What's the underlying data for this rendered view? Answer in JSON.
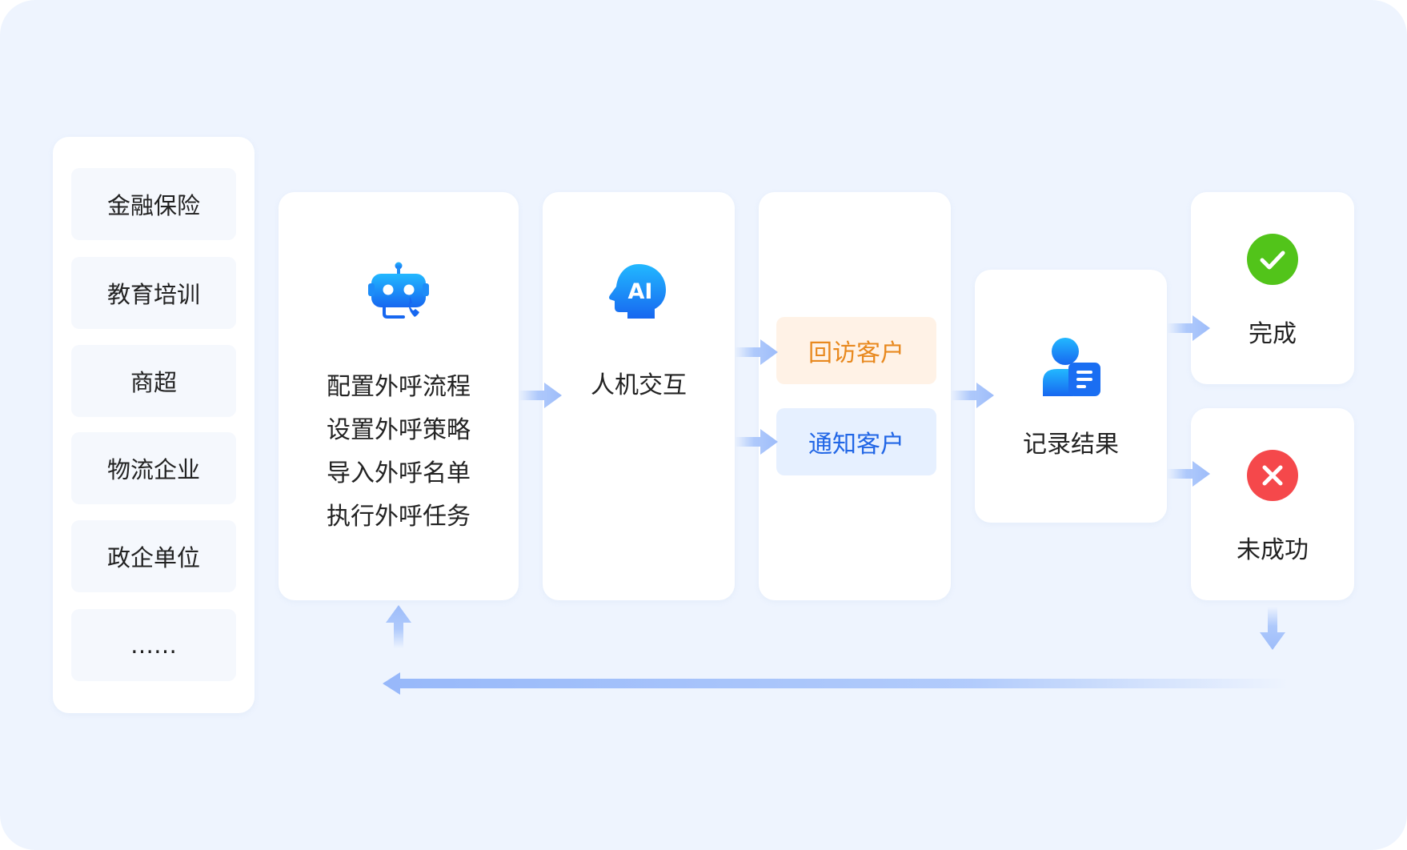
{
  "industries": [
    "金融保险",
    "教育培训",
    "商超",
    "物流企业",
    "政企单位",
    "……"
  ],
  "steps": {
    "config": {
      "icon": "robot-phone-icon",
      "lines": [
        "配置外呼流程",
        "设置外呼策略",
        "导入外呼名单",
        "执行外呼任务"
      ]
    },
    "interaction": {
      "icon": "ai-head-icon",
      "label": "人机交互"
    },
    "notify": {
      "revisit": "回访客户",
      "notify": "通知客户"
    },
    "record": {
      "icon": "user-document-icon",
      "label": "记录结果"
    },
    "success": {
      "icon": "check-circle-icon",
      "label": "完成"
    },
    "failure": {
      "icon": "cross-circle-icon",
      "label": "未成功"
    }
  },
  "colors": {
    "background": "#eef4fe",
    "icon_blue": "#1890ff",
    "success_green": "#52c41a",
    "failure_red": "#f5484b",
    "revisit_orange": "#e8891f",
    "notify_blue": "#2166e6",
    "arrow_blue": "#a7c4fb"
  }
}
